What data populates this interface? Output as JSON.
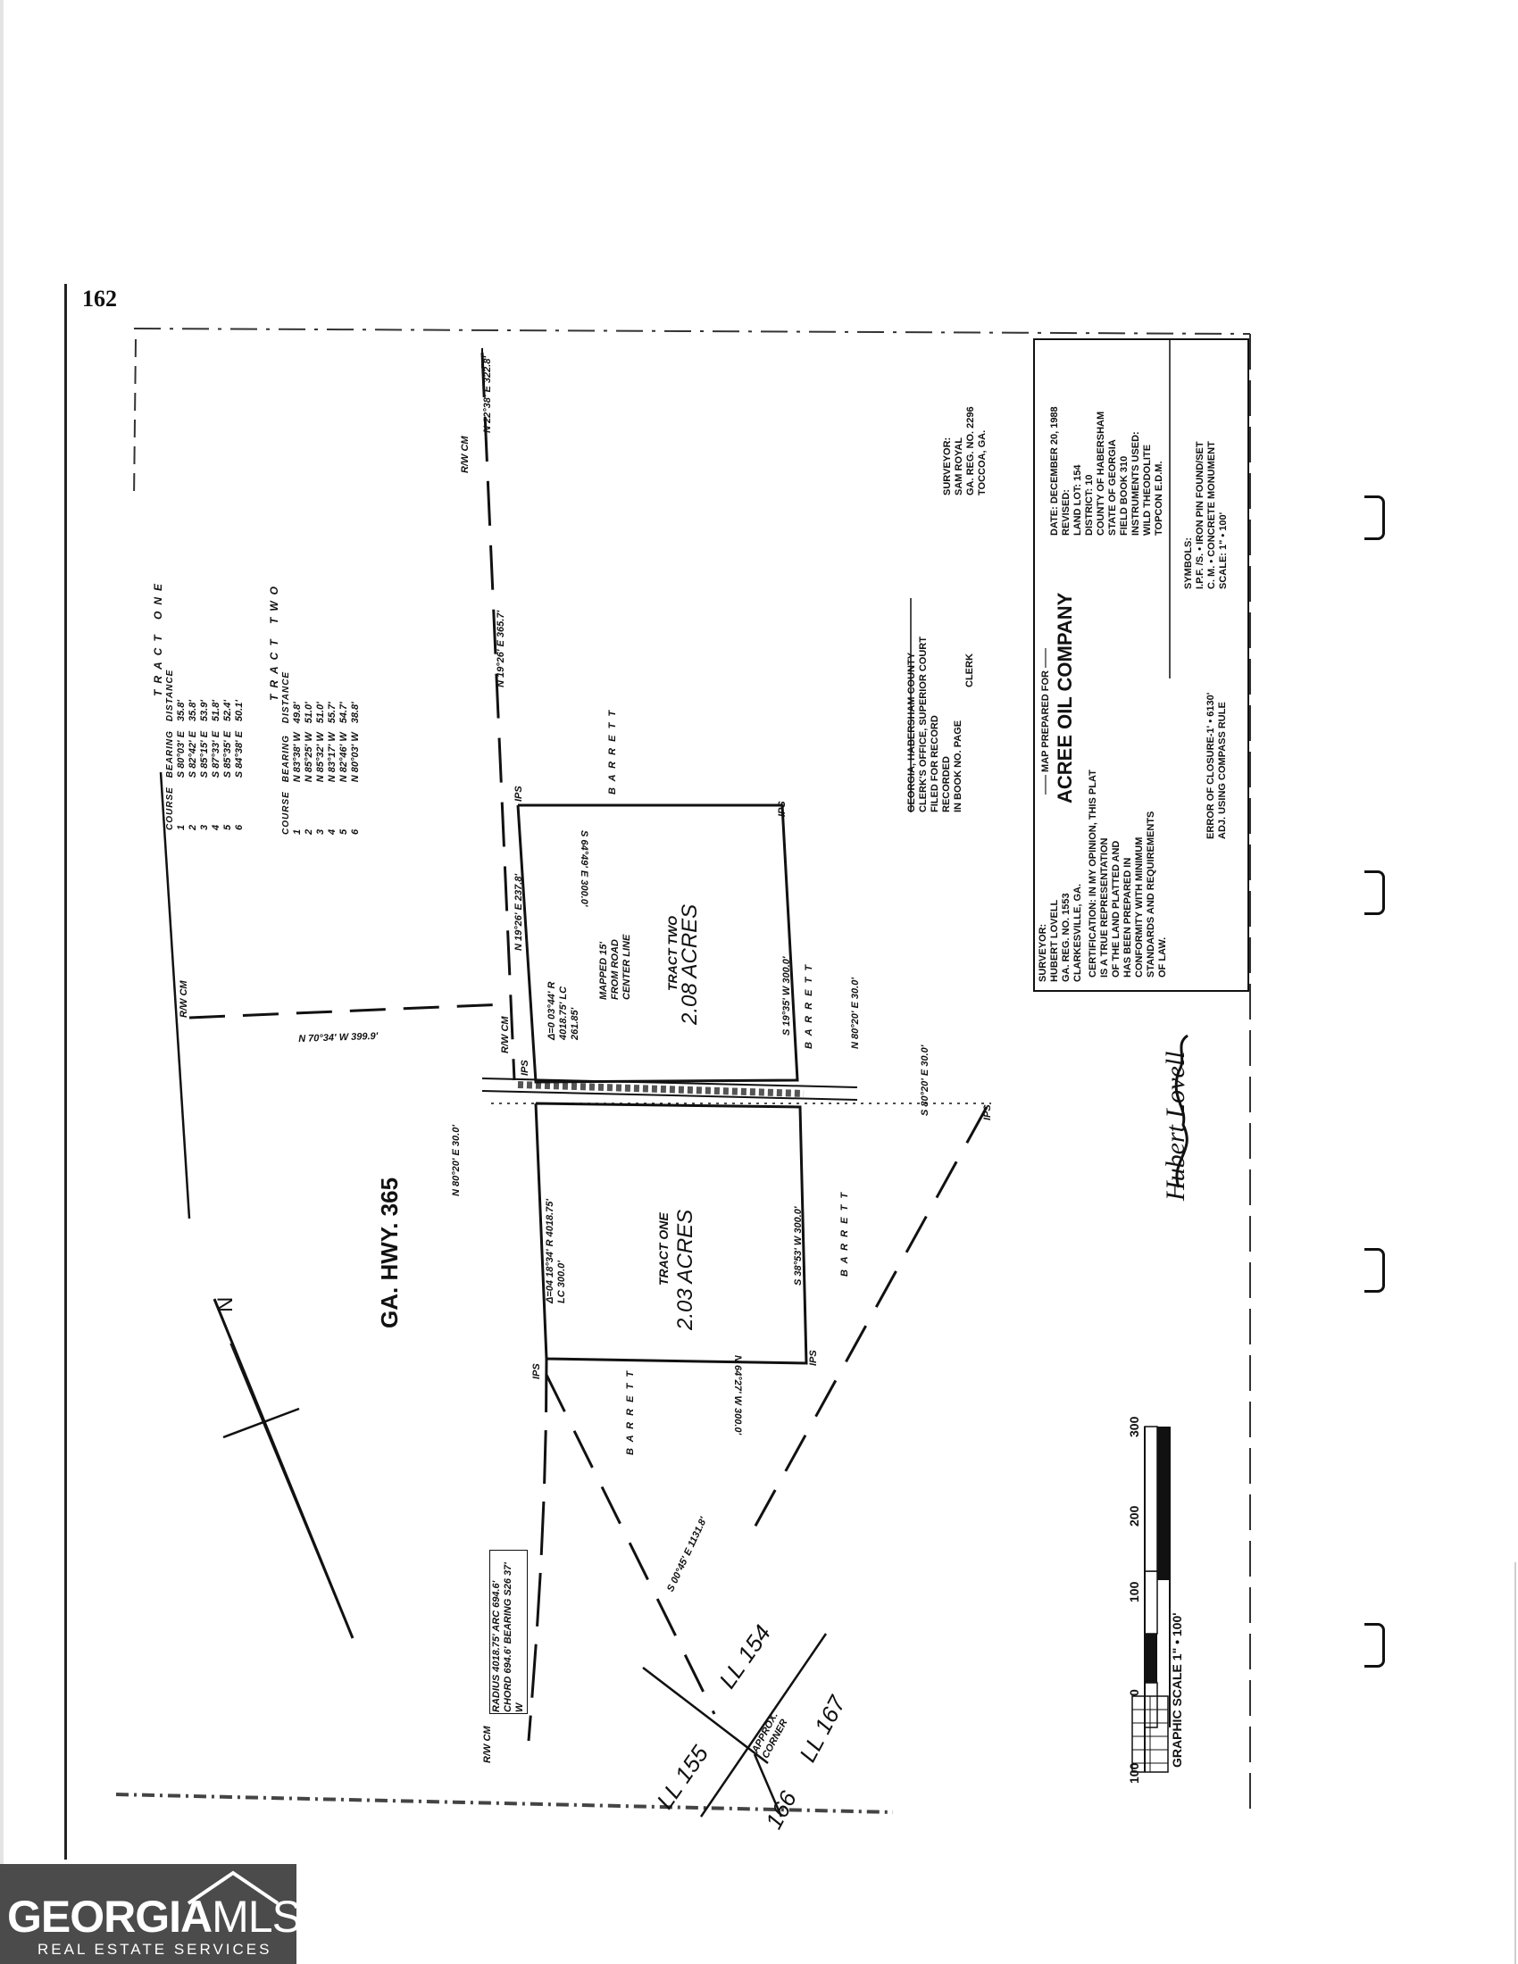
{
  "page_number": "162",
  "highway": "GA. HWY. 365",
  "north_arrow": "N",
  "tract_one": {
    "title": "TRACT ONE",
    "headers": [
      "COURSE",
      "BEARING",
      "DISTANCE"
    ],
    "rows": [
      [
        "1",
        "S 80°03' E",
        "35.8'"
      ],
      [
        "2",
        "S 82°42' E",
        "35.8'"
      ],
      [
        "3",
        "S 85°15' E",
        "53.9'"
      ],
      [
        "4",
        "S 87°33' E",
        "51.8'"
      ],
      [
        "5",
        "S 85°35' E",
        "52.4'"
      ],
      [
        "6",
        "S 84°38' E",
        "50.1'"
      ]
    ]
  },
  "tract_two": {
    "title": "TRACT TWO",
    "headers": [
      "COURSE",
      "BEARING",
      "DISTANCE"
    ],
    "rows": [
      [
        "1",
        "N 83°38' W",
        "49.8'"
      ],
      [
        "2",
        "N 85°25' W",
        "51.0'"
      ],
      [
        "3",
        "N 85°32' W",
        "51.0'"
      ],
      [
        "4",
        "N 83°17' W",
        "55.7'"
      ],
      [
        "5",
        "N 82°46' W",
        "54.7'"
      ],
      [
        "6",
        "N 80°03' W",
        "38.8'"
      ]
    ]
  },
  "tracts": {
    "two_label": "TRACT TWO",
    "two_acres": "2.08 ACRES",
    "one_label": "TRACT ONE",
    "one_acres": "2.03 ACRES"
  },
  "owners": {
    "barrett": "B A R R E T T"
  },
  "lines": {
    "north_top": "N 19°26' E  365.7'",
    "north_right": "N 22°38' E  322.8'",
    "west_line": "N 70°34' W  399.9'",
    "tract_two_east": "S 64°49' E  300.0'",
    "tract_two_west": "N 19°26' E  237.8'",
    "tract_two_south": "S 19°35' W  300.0'",
    "tract_one_north": "S 38°53' W  300.0'",
    "tract_one_south": "N 64°27' W  300.0'",
    "diag": "S 00°45' E  1131.8'",
    "small_tie": "N 80°20' E  30.0'",
    "small_tie2": "N 80°20' E  30.0'",
    "far_right": "S 80°20' E  30.0'"
  },
  "curves": {
    "tract_two": "Δ=0 03°44'  R 4018.75'  LC 261.85'",
    "tract_one": "Δ=04 18°34'  R 4018.75'  LC 300.0'",
    "main_curve": "RADIUS 4018.75'  ARC 694.6'  CHORD 694.6'  BEARING S26 37' W"
  },
  "notes": {
    "mapped": "MAPPED 15' FROM ROAD CENTER LINE",
    "rw_cm": "R/W CM",
    "ips": "IPS",
    "appr_corner": "APPROX. CORNER"
  },
  "land_lots": [
    "LL 154",
    "LL 155",
    "LL 167",
    "166"
  ],
  "clerk": {
    "lines": [
      "GEORGIA, HABERSHAM COUNTY",
      "CLERK'S OFFICE, SUPERIOR COURT",
      "FILED FOR RECORD",
      "RECORDED",
      "IN BOOK NO.              PAGE",
      "CLERK"
    ]
  },
  "title_block": {
    "prepared_for_label": "—— MAP PREPARED FOR ——",
    "company": "ACREE OIL COMPANY",
    "surveyor_lines": [
      "SURVEYOR:",
      "HUBERT LOVELL",
      "GA. REG. NO. 1553",
      "CLARKESVILLE, GA."
    ],
    "certification_lines": [
      "CERTIFICATION:   IN MY OPINION, THIS PLAT",
      "IS A TRUE REPRESENTATION",
      "OF THE LAND PLATTED AND",
      "HAS BEEN PREPARED IN",
      "CONFORMITY WITH MINIMUM",
      "STANDARDS AND REQUIREMENTS",
      "OF LAW."
    ],
    "closure_lines": [
      "ERROR OF CLOSURE-1' • 6130'",
      "ADJ. USING COMPASS    RULE"
    ],
    "date_lines": [
      "DATE: DECEMBER 20, 1988",
      "REVISED:",
      "LAND LOT: 154",
      "DISTRICT: 10",
      "COUNTY OF HABERSHAM",
      "STATE OF GEORGIA",
      "FIELD BOOK 310",
      "INSTRUMENTS USED:",
      "WILD THEODOLITE",
      "TOPCON E.D.M."
    ],
    "symbols_lines": [
      "SYMBOLS:",
      "I.P.F. /S. • IRON PIN FOUND/SET",
      "C. M. • CONCRETE MONUMENT",
      "SCALE: 1\" • 100'"
    ],
    "surveyor2_lines": [
      "SURVEYOR:",
      "SAM ROYAL",
      "GA. REG. NO. 2296",
      "TOCCOA, GA."
    ]
  },
  "signature": "Hubert Lovell",
  "graphic_scale": {
    "label": "GRAPHIC SCALE  1\" • 100'",
    "ticks": [
      "100",
      "0",
      "100",
      "200",
      "300"
    ]
  },
  "logo": {
    "word_bold": "GEORGIA",
    "word_thin": "MLS",
    "sub": "REAL ESTATE SERVICES"
  }
}
